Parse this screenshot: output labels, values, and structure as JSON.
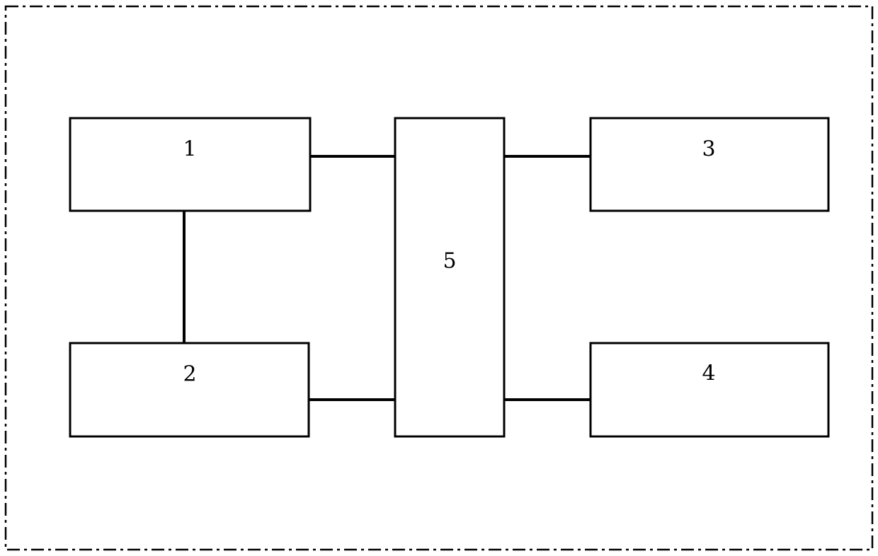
{
  "blocks": [
    {
      "id": "1",
      "label": "1"
    },
    {
      "id": "2",
      "label": "2"
    },
    {
      "id": "3",
      "label": "3"
    },
    {
      "id": "4",
      "label": "4"
    },
    {
      "id": "5",
      "label": "5"
    }
  ],
  "connections": [
    {
      "from": "1",
      "to": "2"
    },
    {
      "from": "1",
      "to": "5"
    },
    {
      "from": "2",
      "to": "5"
    },
    {
      "from": "5",
      "to": "3"
    },
    {
      "from": "5",
      "to": "4"
    }
  ],
  "colors": {
    "stroke": "#000000",
    "background": "#ffffff"
  }
}
